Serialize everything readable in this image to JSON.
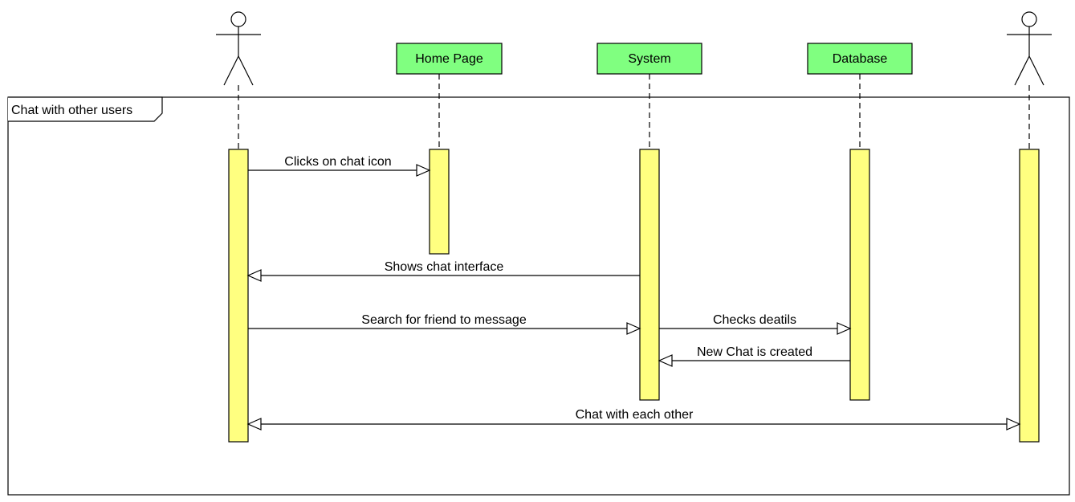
{
  "frame": {
    "label": "Chat with other users"
  },
  "participants": [
    {
      "id": "user",
      "kind": "actor"
    },
    {
      "id": "home",
      "kind": "box",
      "label": "Home Page"
    },
    {
      "id": "system",
      "kind": "box",
      "label": "System"
    },
    {
      "id": "database",
      "kind": "box",
      "label": "Database"
    },
    {
      "id": "friend",
      "kind": "actor"
    }
  ],
  "messages": [
    {
      "from": "user",
      "to": "home",
      "label": "Clicks on chat icon"
    },
    {
      "from": "system",
      "to": "user",
      "label": "Shows chat interface"
    },
    {
      "from": "user",
      "to": "system",
      "label": "Search for friend to message"
    },
    {
      "from": "system",
      "to": "database",
      "label": "Checks deatils"
    },
    {
      "from": "database",
      "to": "system",
      "label": "New Chat is created"
    },
    {
      "from": "user",
      "to": "friend",
      "label": "Chat with each other",
      "bidirectional": true
    }
  ],
  "colors": {
    "participant_box": "#80ff80",
    "activation": "#ffff80",
    "line": "#000000"
  }
}
